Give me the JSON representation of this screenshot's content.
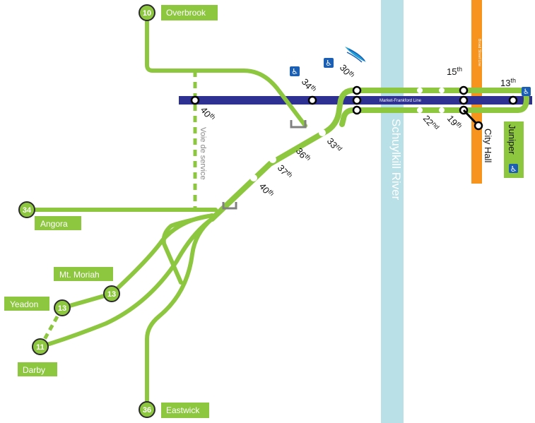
{
  "routes": [
    {
      "number": "10",
      "terminus": "Overbrook"
    },
    {
      "number": "34",
      "terminus": "Angora"
    },
    {
      "number": "13",
      "terminus": "Mt. Moriah"
    },
    {
      "number": "13",
      "terminus": "Yeadon"
    },
    {
      "number": "11",
      "terminus": "Darby"
    },
    {
      "number": "36",
      "terminus": "Eastwick"
    }
  ],
  "stations": {
    "s40_east": {
      "base": "40",
      "sup": "th"
    },
    "s34": {
      "base": "34",
      "sup": "th"
    },
    "s30": {
      "base": "30",
      "sup": "th"
    },
    "s15": {
      "base": "15",
      "sup": "th"
    },
    "s13": {
      "base": "13",
      "sup": "th"
    },
    "s22": {
      "base": "22",
      "sup": "nd"
    },
    "s19": {
      "base": "19",
      "sup": "th"
    },
    "city_hall": {
      "base": "City Hall"
    },
    "juniper": {
      "base": "Juniper"
    },
    "s33": {
      "base": "33",
      "sup": "rd"
    },
    "s36": {
      "base": "36",
      "sup": "th"
    },
    "s37": {
      "base": "37",
      "sup": "th"
    },
    "s40_tunnel": {
      "base": "40",
      "sup": "th"
    }
  },
  "labels": {
    "service_track": "Voie de service",
    "river": "Schuylkill River",
    "mfl_line": "Market-Frankford Line",
    "bsl_line": "Broad Street Line"
  },
  "colors": {
    "trolley": "#8dc63f",
    "mfl": "#2e3192",
    "bsl": "#f7941d",
    "river": "#b9e0e6",
    "accessible": "#1a5fb4"
  },
  "icons": [
    "accessible-icon",
    "amtrak-icon",
    "portal-icon"
  ]
}
